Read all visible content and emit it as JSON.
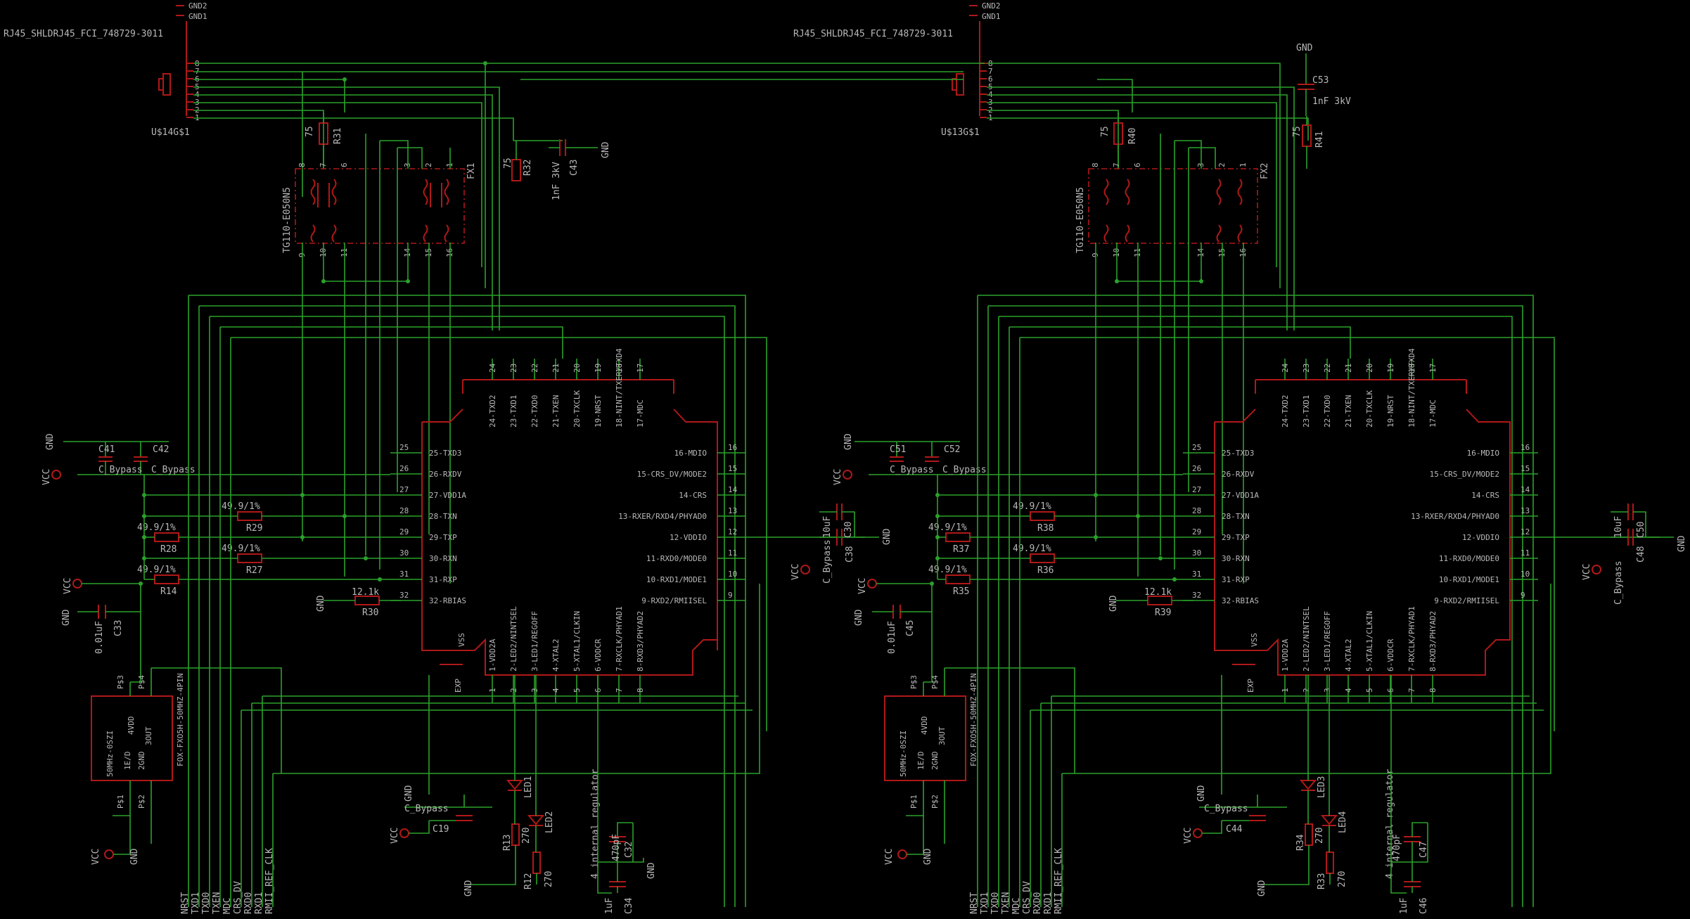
{
  "labels": {
    "gnd2": "GND2",
    "gnd1": "GND1",
    "gnd": "GND",
    "vcc": "VCC",
    "c_bypass": "C_Bypass",
    "exp": "EXP",
    "vss": "VSS",
    "internal_regulator": "4 internal regulator",
    "rj45_part": "RJ45_SHLDRJ45_FCI_748729-3011",
    "transformer_part": "TG110-E050N5",
    "osc_part": "FOX-FXO5H-50MHZ-4PIN",
    "osc_freq": "50MHz-0SZI",
    "osc_pins": [
      "1E/D",
      "2GND",
      "3OUT",
      "4VDD"
    ],
    "osc_pads": [
      "P$1",
      "P$2",
      "P$3",
      "P$4"
    ]
  },
  "left": {
    "connector": "U$14G$1",
    "transformer": "FX1",
    "caps": {
      "c41": "C41",
      "c42": "C42",
      "c33": "C33",
      "c33v": "0.01uF",
      "c43": "C43",
      "c43v": "1nF 3kV",
      "c19": "C19",
      "c32": "C32",
      "c32v": "470pF",
      "c34": "C34",
      "c34v": "1uF",
      "c30": "C30",
      "c30v": "10uF",
      "c38": "C38"
    },
    "res": {
      "r31": "R31",
      "r31v": "75",
      "r32": "R32",
      "r32v": "75",
      "r29": "R29",
      "r28": "R28",
      "r27": "R27",
      "r14": "R14",
      "r30": "R30",
      "r30v": "12.1k",
      "r13": "R13",
      "r13v": "270",
      "r12": "R12",
      "r12v": "270",
      "r499": "49.9/1%"
    },
    "leds": {
      "led1": "LED1",
      "led2": "LED2"
    }
  },
  "right": {
    "connector": "U$13G$1",
    "transformer": "FX2",
    "caps": {
      "c51": "C51",
      "c52": "C52",
      "c45": "C45",
      "c45v": "0.01uF",
      "c53": "C53",
      "c53v": "1nF 3kV",
      "c44": "C44",
      "c47": "C47",
      "c47v": "470pF",
      "c46": "C46",
      "c46v": "1uF",
      "c50": "C50",
      "c50v": "10uF",
      "c48": "C48"
    },
    "res": {
      "r40": "R40",
      "r40v": "75",
      "r41": "R41",
      "r41v": "75",
      "r38": "R38",
      "r37": "R37",
      "r36": "R36",
      "r35": "R35",
      "r39": "R39",
      "r39v": "12.1k",
      "r34": "R34",
      "r34v": "270",
      "r33": "R33",
      "r33v": "270",
      "r499": "49.9/1%"
    },
    "leds": {
      "led3": "LED3",
      "led4": "LED4"
    }
  },
  "phy": {
    "top_pins": [
      "24-TXD2",
      "23-TXD1",
      "22-TXD0",
      "21-TXEN",
      "20-TXCLK",
      "19-NRST",
      "18-NINT/TXER/TXD4",
      "17-MDC"
    ],
    "top_nums": [
      "24",
      "23",
      "22",
      "21",
      "20",
      "19",
      "18",
      "17"
    ],
    "left_pins": [
      "25-TXD3",
      "26-RXDV",
      "27-VDD1A",
      "28-TXN",
      "29-TXP",
      "30-RXN",
      "31-RXP",
      "32-RBIAS"
    ],
    "left_nums": [
      "25",
      "26",
      "27",
      "28",
      "29",
      "30",
      "31",
      "32"
    ],
    "right_pins": [
      "16-MDIO",
      "15-CRS_DV/MODE2",
      "14-CRS",
      "13-RXER/RXD4/PHYAD0",
      "12-VDDIO",
      "11-RXD0/MODE0",
      "10-RXD1/MODE1",
      "9-RXD2/RMIISEL"
    ],
    "right_nums": [
      "16",
      "15",
      "14",
      "13",
      "12",
      "11",
      "10",
      "9"
    ],
    "bottom_pins": [
      "1-VDD2A",
      "2-LED2/NINTSEL",
      "3-LED1/REGOFF",
      "4-XTAL2",
      "5-XTAL1/CLKIN",
      "6-VDDCR",
      "7-RXCLK/PHYAD1",
      "8-RXD3/PHYAD2"
    ],
    "bottom_nums": [
      "1",
      "2",
      "3",
      "4",
      "5",
      "6",
      "7",
      "8"
    ]
  },
  "bus": [
    "NRST",
    "TXD1",
    "TXD0",
    "TXEN",
    "MDC",
    "CRS_DV",
    "RXD0",
    "RXD1",
    "RMII_REF_CLK"
  ],
  "rj45_pins": [
    "8",
    "7",
    "6",
    "5",
    "4",
    "3",
    "2",
    "1"
  ],
  "xfmr_top": [
    "8",
    "7",
    "6",
    "3",
    "2",
    "1"
  ],
  "xfmr_bot": [
    "9",
    "10",
    "11",
    "14",
    "15",
    "16"
  ]
}
